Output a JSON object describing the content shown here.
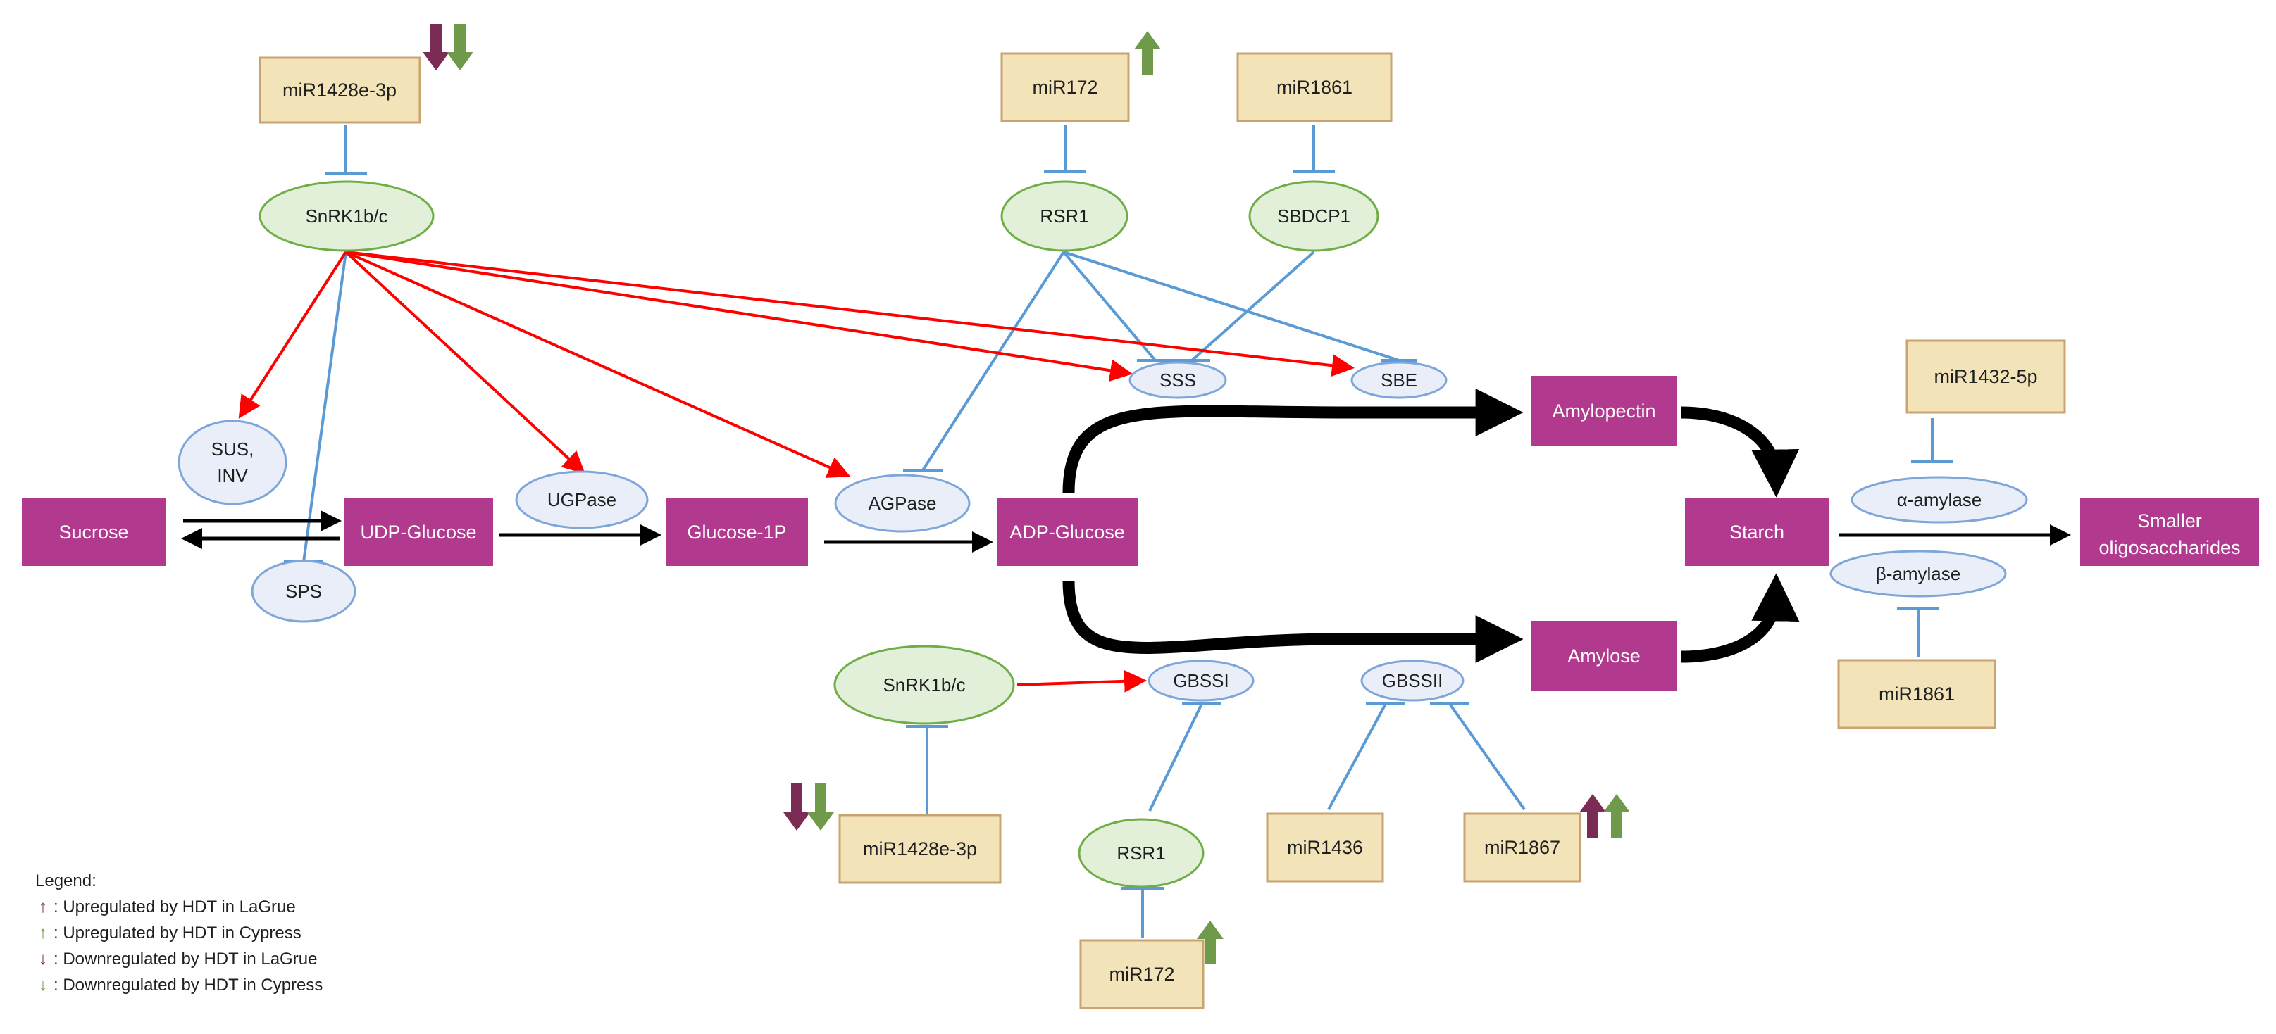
{
  "colors": {
    "lagrue": "#7b2c55",
    "cypress": "#6e9a4a",
    "activation": "#ff0000",
    "inhibition": "#5b9bd5",
    "metabolite": "#b23a8e",
    "mirna": "#f3e3b9"
  },
  "metabolites": {
    "sucrose": "Sucrose",
    "udp_glucose": "UDP-Glucose",
    "glucose_1p": "Glucose-1P",
    "adp_glucose": "ADP-Glucose",
    "amylopectin": "Amylopectin",
    "amylose": "Amylose",
    "starch": "Starch",
    "smaller_oligo_line1": "Smaller",
    "smaller_oligo_line2": "oligosaccharides"
  },
  "enzymes": {
    "snrk1_top": "SnRK1b/c",
    "snrk1_bottom": "SnRK1b/c",
    "rsr1_top": "RSR1",
    "rsr1_bottom": "RSR1",
    "sbdcp1": "SBDCP1",
    "sus_inv_line1": "SUS,",
    "sus_inv_line2": "INV",
    "sps": "SPS",
    "ugpase": "UGPase",
    "agpase": "AGPase",
    "sss": "SSS",
    "sbe": "SBE",
    "gbssi": "GBSSI",
    "gbssii": "GBSSII",
    "alpha_amylase": "α-amylase",
    "beta_amylase": "β-amylase"
  },
  "mirnas": {
    "mir1428_top": "miR1428e-3p",
    "mir172_top": "miR172",
    "mir1861_top": "miR1861",
    "mir1432": "miR1432-5p",
    "mir1861_right": "miR1861",
    "mir1428_bottom": "miR1428e-3p",
    "mir172_bottom": "miR172",
    "mir1436": "miR1436",
    "mir1867": "miR1867"
  },
  "legend": {
    "title": "Legend:",
    "items": [
      {
        "glyph": "↑",
        "color": "lagrue",
        "text": ": Upregulated by HDT in LaGrue"
      },
      {
        "glyph": "↑",
        "color": "cypress",
        "text": ": Upregulated by HDT in Cypress"
      },
      {
        "glyph": "↓",
        "color": "lagrue",
        "text": ": Downregulated by HDT in LaGrue"
      },
      {
        "glyph": "↓",
        "color": "cypress",
        "text": ": Downregulated by HDT in Cypress"
      }
    ]
  }
}
